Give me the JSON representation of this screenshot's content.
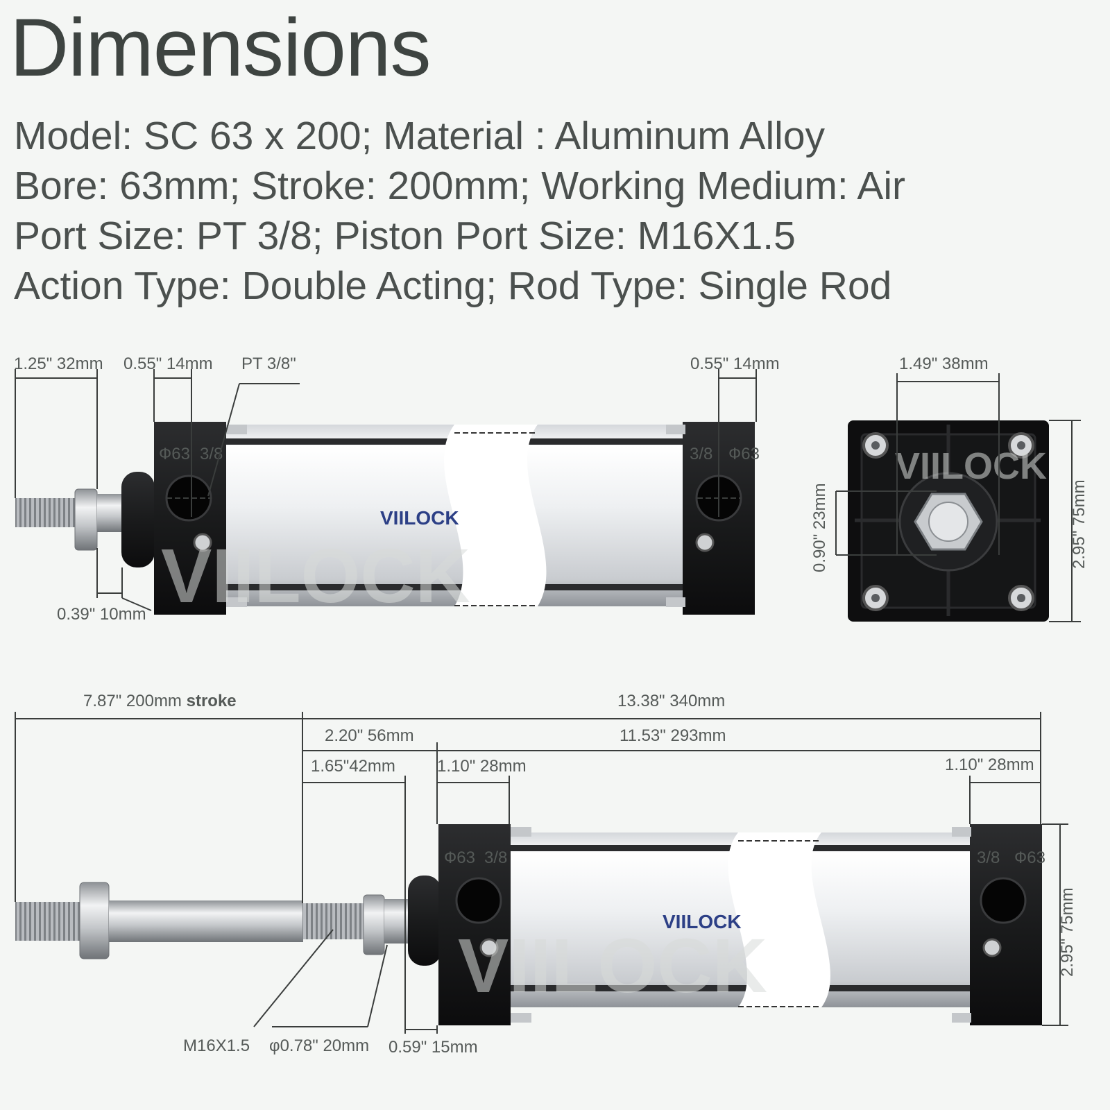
{
  "title": "Dimensions",
  "specs": [
    "Model: SC 63 x 200; Material : Aluminum Alloy",
    "Bore: 63mm; Stroke: 200mm; Working Medium: Air",
    "Port Size: PT 3/8; Piston Port Size: M16X1.5",
    "Action Type: Double Acting; Rod Type: Single Rod"
  ],
  "brand": "VIILOCK",
  "top_view": {
    "thread_length": "1.25\" 32mm",
    "front_port_offset": "0.55\" 14mm",
    "port_size": "PT 3/8\"",
    "rear_port_offset": "0.55\" 14mm",
    "nut_width": "0.39\" 10mm",
    "cap_marks": [
      "Ф63",
      "3/8"
    ]
  },
  "end_view": {
    "bolt_spacing": "1.49\" 38mm",
    "nose_height": "0.90\" 23mm",
    "body_height": "2.95\" 75mm"
  },
  "bottom_view": {
    "stroke_value": "7.87\" 200mm",
    "stroke_word": "stroke",
    "total_length": "13.38\" 340mm",
    "rod_extension": "2.20\" 56mm",
    "body_length": "11.53\" 293mm",
    "thread_section": "1.65\"42mm",
    "front_cap": "1.10\" 28mm",
    "rear_cap": "1.10\" 28mm",
    "body_height": "2.95\" 75mm",
    "rod_thread": "M16X1.5",
    "rod_diameter": "φ0.78\" 20mm",
    "nose_length": "0.59\" 15mm"
  }
}
